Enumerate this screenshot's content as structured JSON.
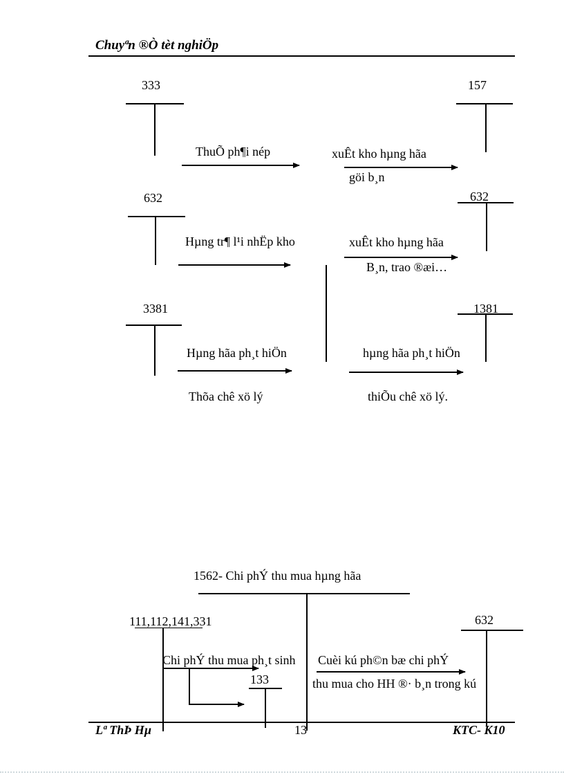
{
  "header": {
    "title": "Chuyªn ®Ò tèt nghiÖp"
  },
  "t_accounts_diagram": {
    "accounts": {
      "a333": "333",
      "a157": "157",
      "a632_left": "632",
      "a632_right": "632",
      "a3381": "3381",
      "a1381": "1381"
    },
    "row1": {
      "left_label": "ThuÕ ph¶i nép",
      "right_label_line1": "xuÊt kho hµng hãa",
      "right_label_line2": "göi b¸n"
    },
    "row2": {
      "left_label": "Hµng tr¶ l¹i nhËp kho",
      "right_label_line1": "xuÊt kho hµng hãa",
      "right_label_line2": "B¸n, trao ®æi…"
    },
    "row3": {
      "left_label_line1": "Hµng hãa ph¸t hiÖn",
      "left_label_line2": "Thõa chê xö lý",
      "right_label_line1": "hµng hãa ph¸t hiÖn",
      "right_label_line2": "thiÕu chê xö lý."
    }
  },
  "cost_diagram": {
    "title": "1562- Chi phÝ thu mua hµng hãa",
    "accounts": {
      "payment": "111,112,141,331",
      "a133": "133",
      "a632": "632"
    },
    "incurred_label": "Chi phÝ thu mua ph¸t sinh",
    "allocation_label_line1": "Cuèi kú ph©n bæ chi phÝ",
    "allocation_label_line2": "thu mua cho HH ®· b¸n trong kú"
  },
  "footer": {
    "author": "Lª ThÞ Hµ",
    "page_number": "13",
    "class_code": "KTC- K10"
  }
}
